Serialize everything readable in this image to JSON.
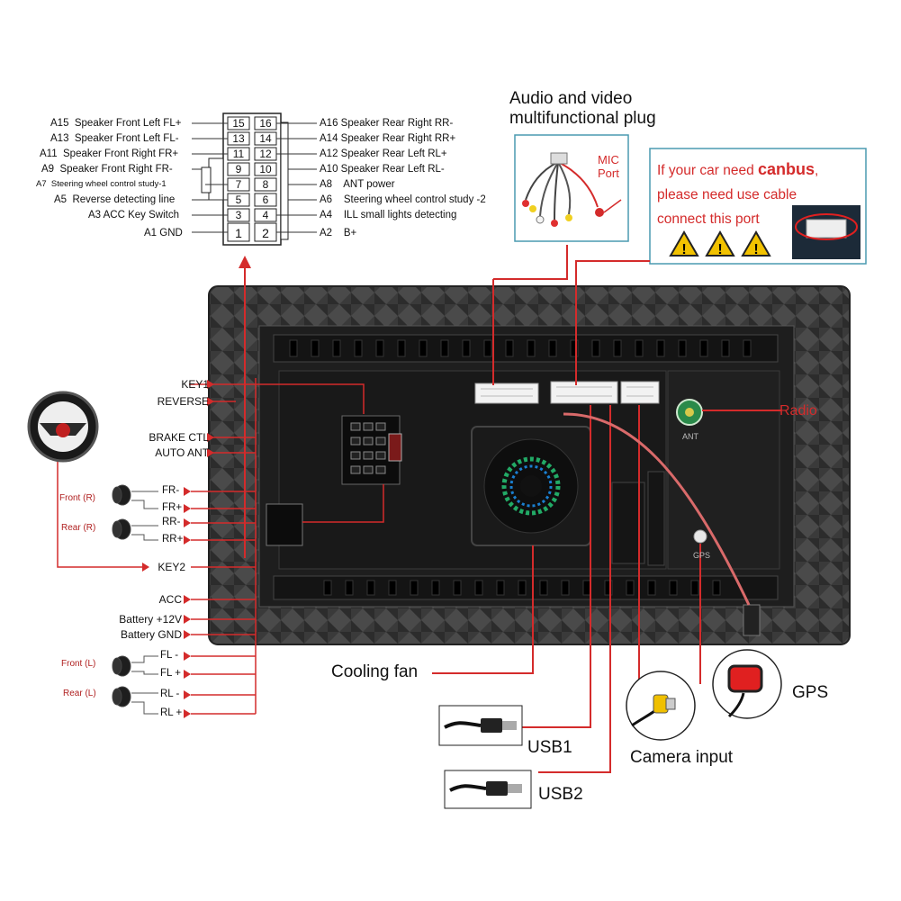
{
  "connector_pins": {
    "left": [
      {
        "code": "A15",
        "label": "Speaker Front Left FL+",
        "pin": "15"
      },
      {
        "code": "A13",
        "label": "Speaker Front Left FL-",
        "pin": "13"
      },
      {
        "code": "A11",
        "label": "Speaker Front Right FR+",
        "pin": "11"
      },
      {
        "code": "A9",
        "label": "Speaker Front Right FR-",
        "pin": "9"
      },
      {
        "code": "A7",
        "label": "Steering wheel control study-1",
        "pin": "7"
      },
      {
        "code": "A5",
        "label": "Reverse detecting line",
        "pin": "5"
      },
      {
        "code": "A3",
        "label": "ACC Key Switch",
        "pin": "3"
      },
      {
        "code": "A1",
        "label": "GND",
        "pin": "1"
      }
    ],
    "right": [
      {
        "code": "A16",
        "label": "Speaker Rear Right RR-",
        "pin": "16"
      },
      {
        "code": "A14",
        "label": "Speaker Rear Right RR+",
        "pin": "14"
      },
      {
        "code": "A12",
        "label": "Speaker Rear Left RL+",
        "pin": "12"
      },
      {
        "code": "A10",
        "label": "Speaker Rear Left RL-",
        "pin": "10"
      },
      {
        "code": "A8",
        "label": "ANT power",
        "pin": "8"
      },
      {
        "code": "A6",
        "label": "Steering wheel control study -2",
        "pin": "6"
      },
      {
        "code": "A4",
        "label": "ILL small lights detecting",
        "pin": "4"
      },
      {
        "code": "A2",
        "label": "B+",
        "pin": "2"
      }
    ]
  },
  "av_plug": {
    "title_line1": "Audio and video",
    "title_line2": "multifunctional plug",
    "mic_line1": "MIC",
    "mic_line2": "Port"
  },
  "canbus": {
    "line1_prefix": "If your car need ",
    "line1_bold": "canbus",
    "line1_suffix": ",",
    "line2": "please need use cable",
    "line3": "connect this port"
  },
  "left_wires": {
    "key1": "KEY1",
    "reverse": "REVERSE",
    "brake": "BRAKE CTL",
    "auto_ant": "AUTO ANT",
    "fr_minus": "FR-",
    "fr_plus": "FR+",
    "rr_minus": "RR-",
    "rr_plus": "RR+",
    "key2": "KEY2",
    "acc": "ACC",
    "battery12": "Battery +12V",
    "battery_gnd": "Battery GND",
    "fl_minus": "FL -",
    "fl_plus": "FL +",
    "rl_minus": "RL -",
    "rl_plus": "RL +",
    "front_r": "Front (R)",
    "rear_r": "Rear (R)",
    "front_l": "Front (L)",
    "rear_l": "Rear (L)"
  },
  "unit_labels": {
    "radio": "Radio",
    "ant": "ANT",
    "gps_small": "GPS"
  },
  "callouts": {
    "cooling_fan": "Cooling fan",
    "usb1": "USB1",
    "usb2": "USB2",
    "camera": "Camera input",
    "gps": "GPS"
  },
  "colors": {
    "wire_red": "#d42b2b",
    "panel_dark": "#2a2a2a",
    "warning_yellow": "#f2c200"
  }
}
